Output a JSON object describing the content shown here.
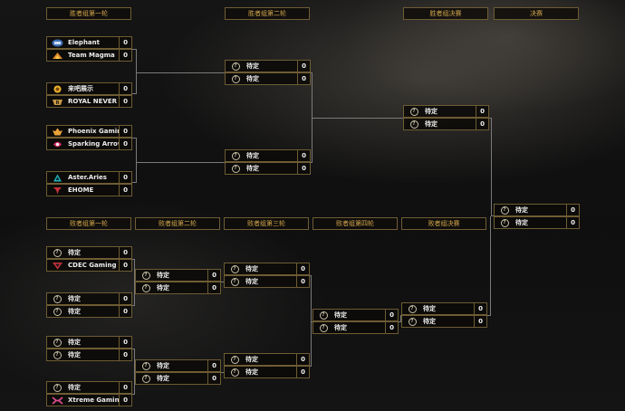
{
  "headers": {
    "winners_r1": "胜者组第一轮",
    "winners_r2": "胜者组第二轮",
    "winners_final": "胜者组决赛",
    "grand_final": "决赛",
    "losers_r1": "败者组第一轮",
    "losers_r2": "败者组第二轮",
    "losers_r3": "败者组第三轮",
    "losers_r4": "败者组第四轮",
    "losers_final": "败者组决赛"
  },
  "tbd": "待定",
  "matches": {
    "w1": [
      {
        "a": {
          "name": "Elephant",
          "score": "0",
          "icon": "elephant-logo"
        },
        "b": {
          "name": "Team Magma",
          "score": "0",
          "icon": "team-magma-logo"
        }
      },
      {
        "a": {
          "name": "来吧展示",
          "score": "0",
          "icon": "laiba-zhanshi-logo"
        },
        "b": {
          "name": "ROYAL NEVER G…",
          "score": "0",
          "icon": "rng-logo"
        }
      },
      {
        "a": {
          "name": "Phoenix Gaming",
          "score": "0",
          "icon": "phoenix-gaming-logo"
        },
        "b": {
          "name": "Sparking Arrow…",
          "score": "0",
          "icon": "sparking-arrow-logo"
        }
      },
      {
        "a": {
          "name": "Aster.Aries",
          "score": "0",
          "icon": "aster-aries-logo"
        },
        "b": {
          "name": "EHOME",
          "score": "0",
          "icon": "ehome-logo"
        }
      }
    ],
    "w2": [
      {
        "a": {
          "name": "待定",
          "score": "0"
        },
        "b": {
          "name": "待定",
          "score": "0"
        }
      },
      {
        "a": {
          "name": "待定",
          "score": "0"
        },
        "b": {
          "name": "待定",
          "score": "0"
        }
      }
    ],
    "wf": [
      {
        "a": {
          "name": "待定",
          "score": "0"
        },
        "b": {
          "name": "待定",
          "score": "0"
        }
      }
    ],
    "gf": [
      {
        "a": {
          "name": "待定",
          "score": "0"
        },
        "b": {
          "name": "待定",
          "score": "0"
        }
      }
    ],
    "l1": [
      {
        "a": {
          "name": "待定",
          "score": "0"
        },
        "b": {
          "name": "CDEC Gaming",
          "score": "0",
          "icon": "cdec-gaming-logo"
        }
      },
      {
        "a": {
          "name": "待定",
          "score": "0"
        },
        "b": {
          "name": "待定",
          "score": "0"
        }
      },
      {
        "a": {
          "name": "待定",
          "score": "0"
        },
        "b": {
          "name": "待定",
          "score": "0"
        }
      },
      {
        "a": {
          "name": "待定",
          "score": "0"
        },
        "b": {
          "name": "Xtreme Gaming",
          "score": "0",
          "icon": "xtreme-gaming-logo"
        }
      }
    ],
    "l2": [
      {
        "a": {
          "name": "待定",
          "score": "0"
        },
        "b": {
          "name": "待定",
          "score": "0"
        }
      },
      {
        "a": {
          "name": "待定",
          "score": "0"
        },
        "b": {
          "name": "待定",
          "score": "0"
        }
      }
    ],
    "l3": [
      {
        "a": {
          "name": "待定",
          "score": "0"
        },
        "b": {
          "name": "待定",
          "score": "0"
        }
      },
      {
        "a": {
          "name": "待定",
          "score": "0"
        },
        "b": {
          "name": "待定",
          "score": "0"
        }
      }
    ],
    "l4": [
      {
        "a": {
          "name": "待定",
          "score": "0"
        },
        "b": {
          "name": "待定",
          "score": "0"
        }
      }
    ],
    "lf": [
      {
        "a": {
          "name": "待定",
          "score": "0"
        },
        "b": {
          "name": "待定",
          "score": "0"
        }
      }
    ]
  },
  "colors": {
    "gold": "#d3a64c",
    "border": "#6e5c33",
    "connector": "#7a7a7a"
  }
}
